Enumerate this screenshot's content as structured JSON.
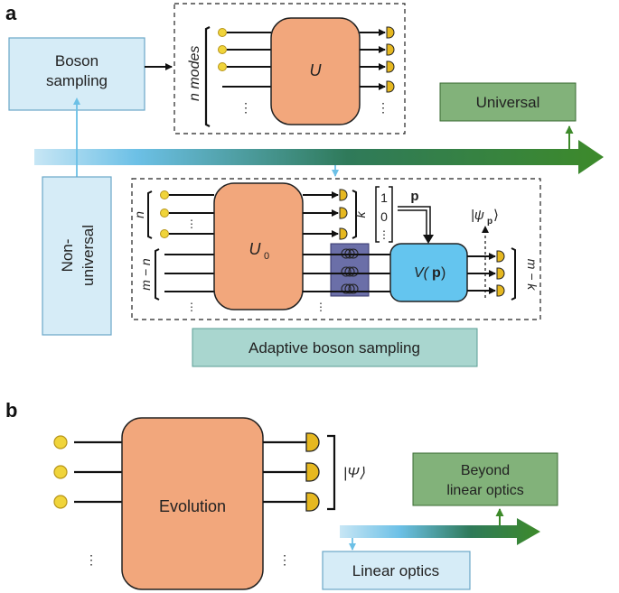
{
  "panel_a": {
    "label": "a",
    "boson_sampling_l1": "Boson",
    "boson_sampling_l2": "sampling",
    "universal": "Universal",
    "non_universal_l1": "Non-",
    "non_universal_l2": "universal",
    "adaptive": "Adaptive boson sampling",
    "n_modes": "n modes",
    "U": "U",
    "U0": "U",
    "U0_sub": "0",
    "n": "n",
    "m_minus_n": "m − n",
    "k": "k",
    "m_minus_k": "m − k",
    "p": "p",
    "psi_p": "|ψ",
    "psi_p_sub": "p",
    "psi_p_close": "⟩",
    "vp_prefix": "V(",
    "vp_bold": "p",
    "vp_suffix": ")",
    "vector_1": "1",
    "vector_0": "0",
    "vector_dots": "⋮"
  },
  "panel_b": {
    "label": "b",
    "evolution": "Evolution",
    "psi": "|Ψ⟩",
    "beyond_l1": "Beyond",
    "beyond_l2": "linear optics",
    "linear_optics": "Linear optics"
  },
  "colors": {
    "light_blue_box": "#d6ecf7",
    "light_blue_border": "#6aa7c7",
    "green_box": "#82b27a",
    "teal_box": "#a9d6cf",
    "salmon": "#f2a77c",
    "cyan_box": "#64c5ef",
    "purple": "#6b6fa8",
    "gold": "#f0d43a",
    "detector": "#e6b820",
    "arrow_green": "#3d8a2a"
  }
}
